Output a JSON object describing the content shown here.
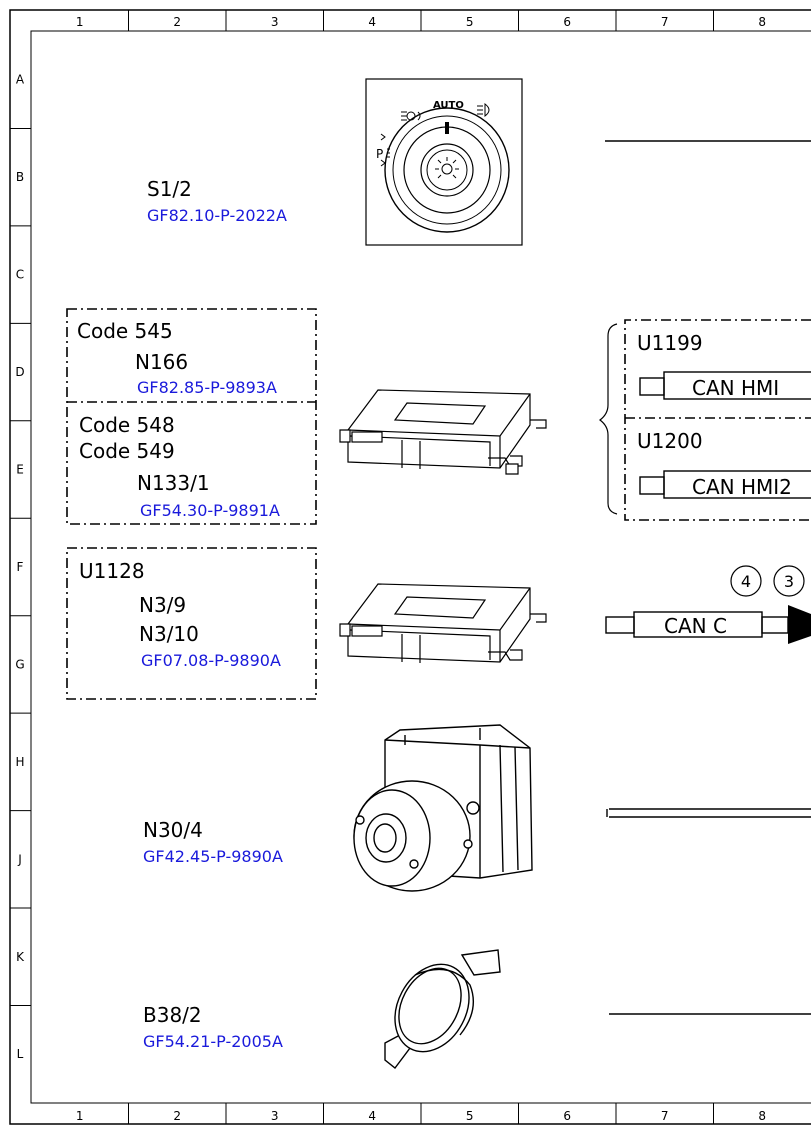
{
  "grid": {
    "columns": [
      "1",
      "2",
      "3",
      "4",
      "5",
      "6",
      "7",
      "8"
    ],
    "rows": [
      "A",
      "B",
      "C",
      "D",
      "E",
      "F",
      "G",
      "H",
      "J",
      "K",
      "L"
    ]
  },
  "components": [
    {
      "id": "s1_2",
      "label": "S1/2",
      "ref": "GF82.10-P-2022A"
    },
    {
      "id": "n166",
      "code": "Code 545",
      "label": "N166",
      "ref": "GF82.85-P-9893A"
    },
    {
      "id": "n133_1",
      "codes": [
        "Code 548",
        "Code 549"
      ],
      "label": "N133/1",
      "ref": "GF54.30-P-9891A"
    },
    {
      "id": "n3",
      "code": "U1128",
      "labels": [
        "N3/9",
        "N3/10"
      ],
      "ref": "GF07.08-P-9890A"
    },
    {
      "id": "n30_4",
      "label": "N30/4",
      "ref": "GF42.45-P-9890A"
    },
    {
      "id": "b38_2",
      "label": "B38/2",
      "ref": "GF54.21-P-2005A"
    }
  ],
  "switch_labels": {
    "auto": "AUTO",
    "p": "P"
  },
  "can_hmi_group": [
    {
      "code": "U1199",
      "bus": "CAN HMI"
    },
    {
      "code": "U1200",
      "bus": "CAN HMI2"
    }
  ],
  "can_c": {
    "bus": "CAN C",
    "markers": [
      "4",
      "3"
    ]
  }
}
